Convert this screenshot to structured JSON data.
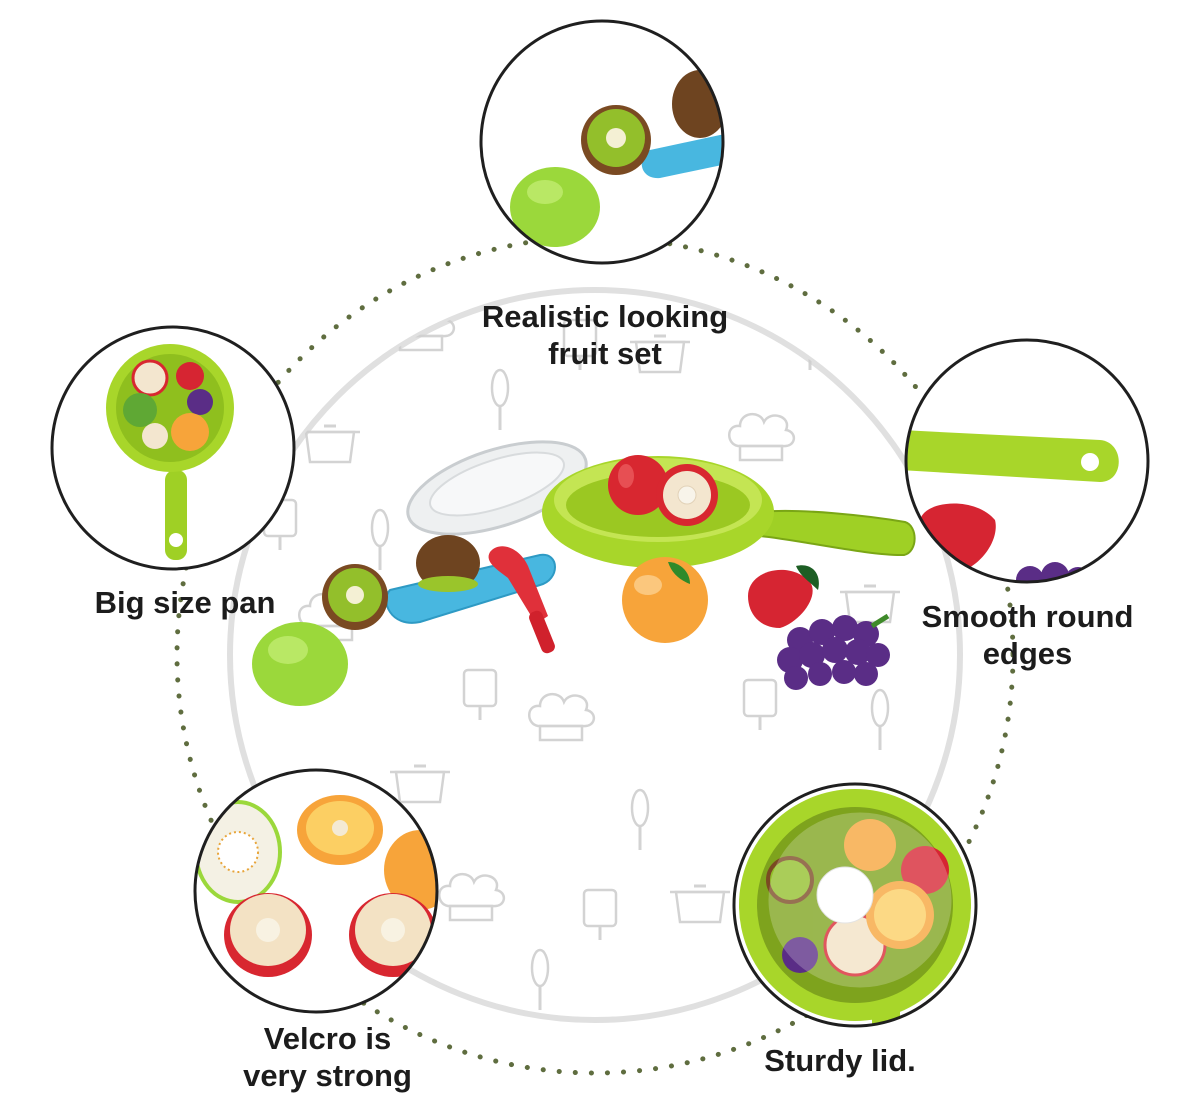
{
  "features": {
    "fruit_set": {
      "line1": "Realistic looking",
      "line2": "fruit set"
    },
    "pan": {
      "line1": "Big size pan"
    },
    "edges": {
      "line1": "Smooth round",
      "line2": "edges"
    },
    "velcro": {
      "line1": "Velcro is",
      "line2": "very strong"
    },
    "lid": {
      "line1": "Sturdy lid."
    }
  },
  "colors": {
    "dotted_ring": "#5f6d3f",
    "pattern_ring": "#e2e2e2",
    "pan_green": "#a8d62a",
    "board_blue": "#47b6df",
    "knife_red": "#e0303a",
    "orange": "#f7a43a",
    "grape_purple": "#5a2d86",
    "kiwi_brown": "#7a4a22"
  },
  "icons": [
    "chef-hat-icon",
    "pot-icon",
    "whisk-icon",
    "spatula-icon",
    "cutting-board-icon",
    "ladle-icon",
    "frying-pan-icon"
  ]
}
